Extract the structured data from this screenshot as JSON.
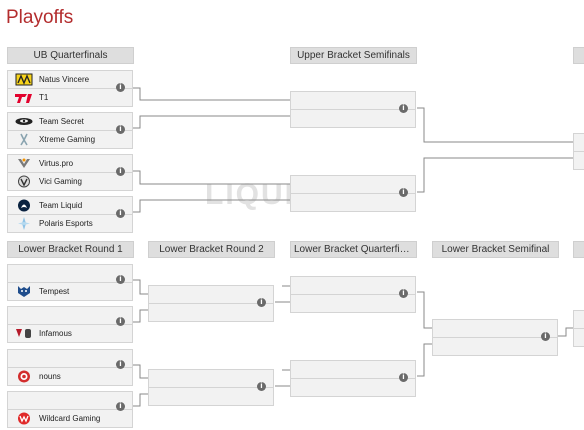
{
  "title": "Playoffs",
  "watermark": "LIQUIPEDIA",
  "headers": {
    "ub_qf": "UB Quarterfinals",
    "ub_sf": "Upper Bracket Semifinals",
    "lb_r1": "Lower Bracket Round 1",
    "lb_r2": "Lower Bracket Round 2",
    "lb_qf": "Lower Bracket Quarterfin...",
    "lb_sf": "Lower Bracket Semifinal"
  },
  "teams": {
    "navi": "Natus Vincere",
    "t1": "T1",
    "secret": "Team Secret",
    "xtreme": "Xtreme Gaming",
    "virtus": "Virtus.pro",
    "vici": "Vici Gaming",
    "liquid": "Team Liquid",
    "polaris": "Polaris Esports",
    "tempest": "Tempest",
    "infamous": "Infamous",
    "nouns": "nouns",
    "wildcard": "Wildcard Gaming"
  },
  "info_icon": "i",
  "colors": {
    "title": "#b32d2e",
    "header_bg": "#dedede",
    "match_bg": "#f2f2f2",
    "line": "#8a8a8a"
  }
}
